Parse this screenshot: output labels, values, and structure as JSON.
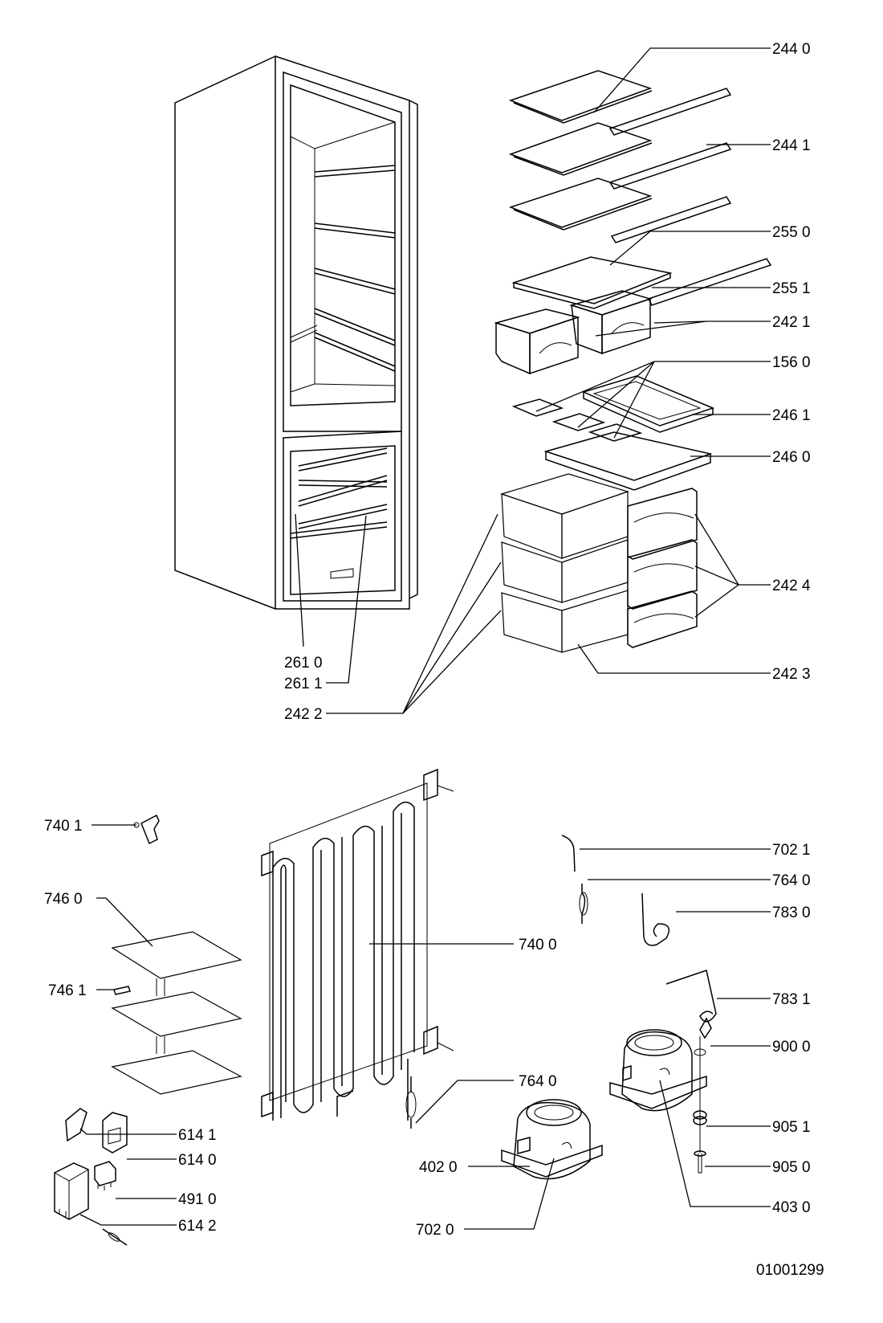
{
  "drawing_number": "01001299",
  "part_labels": {
    "p2440": "244 0",
    "p2441": "244 1",
    "p2550": "255 0",
    "p2551": "255 1",
    "p2421": "242 1",
    "p1560": "156 0",
    "p2461": "246 1",
    "p2460": "246 0",
    "p2424": "242 4",
    "p2423": "242 3",
    "p2610": "261 0",
    "p2611": "261 1",
    "p2422": "242 2",
    "p7401": "740 1",
    "p7460": "746 0",
    "p7461": "746 1",
    "p7400": "740 0",
    "p7021": "702 1",
    "p7640a": "764 0",
    "p7830": "783 0",
    "p7831": "783 1",
    "p9000": "900 0",
    "p9051": "905 1",
    "p9050": "905 0",
    "p4030": "403 0",
    "p7640b": "764 0",
    "p4020": "402 0",
    "p7020": "702 0",
    "p6141": "614 1",
    "p6140": "614 0",
    "p4910": "491 0",
    "p6142": "614 2"
  }
}
